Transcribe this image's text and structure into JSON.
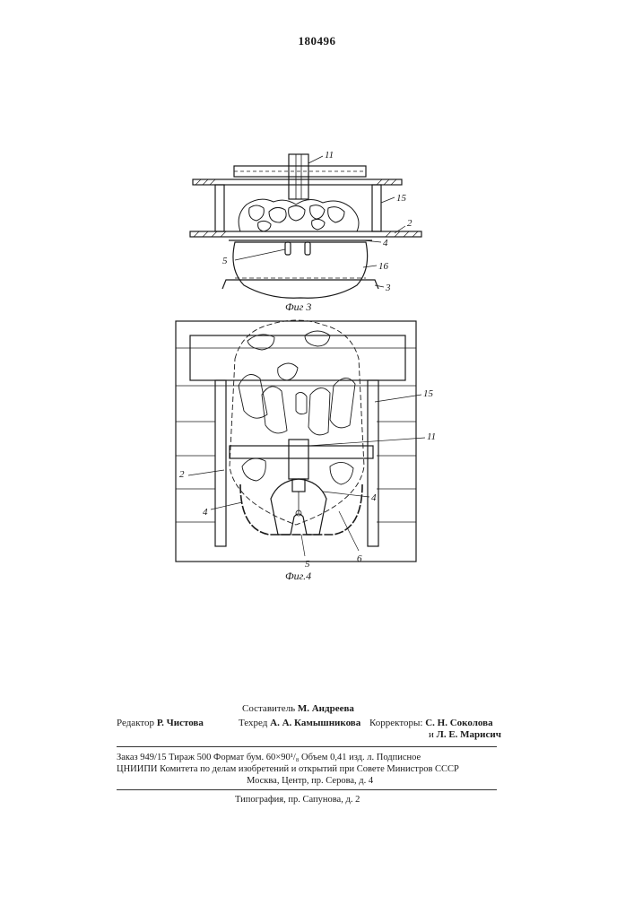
{
  "patent_number": "180496",
  "figure3": {
    "caption": "Фиг 3",
    "labels": {
      "l11": "11",
      "l15": "15",
      "l2": "2",
      "l4": "4",
      "l5": "5",
      "l16": "16",
      "l3": "3"
    }
  },
  "figure4": {
    "caption": "Фиг.4",
    "labels": {
      "l15": "15",
      "l11": "11",
      "l2": "2",
      "l4a": "4",
      "l4b": "4",
      "l5": "5",
      "l6": "6"
    }
  },
  "imprint": {
    "compiler_label": "Составитель",
    "compiler_name": "М. Андреева",
    "editor_label": "Редактор",
    "editor_name": "Р. Чистова",
    "techred_label": "Техред",
    "techred_name": "А. А. Камышникова",
    "correctors_label": "Корректоры:",
    "corrector1": "С. Н. Соколова",
    "corrector2_prefix": "и",
    "corrector2": "Л. Е. Марисич",
    "order_line": "Заказ 949/15 Тираж 500 Формат бум. 60×90¹/₈ Объем 0,41 изд. л. Подписное",
    "org_line": "ЦНИИПИ Комитета по делам изобретений и открытий при Совете Министров СССР",
    "address_line": "Москва, Центр, пр. Серова, д. 4",
    "typography_line": "Типография, пр. Сапунова, д. 2"
  }
}
